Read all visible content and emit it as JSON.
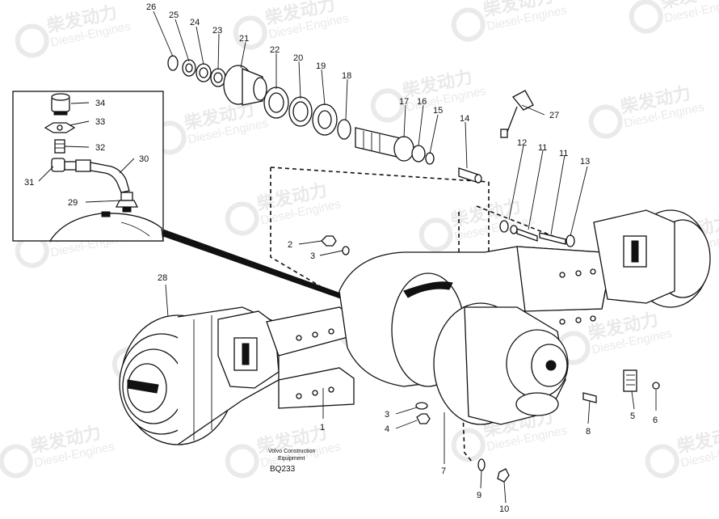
{
  "footer": {
    "company_line1": "Volvo Construction",
    "company_line2": "Equipment",
    "code": "BQ233"
  },
  "watermark": {
    "brand_cn": "柴发动力",
    "brand_en": "Diesel-Engines"
  },
  "callouts": [
    "1",
    "2",
    "3",
    "3",
    "4",
    "5",
    "6",
    "7",
    "8",
    "9",
    "10",
    "11",
    "11",
    "12",
    "13",
    "14",
    "15",
    "16",
    "17",
    "18",
    "19",
    "20",
    "21",
    "22",
    "23",
    "24",
    "25",
    "26",
    "27",
    "28",
    "29",
    "30",
    "31",
    "32",
    "33",
    "34"
  ]
}
